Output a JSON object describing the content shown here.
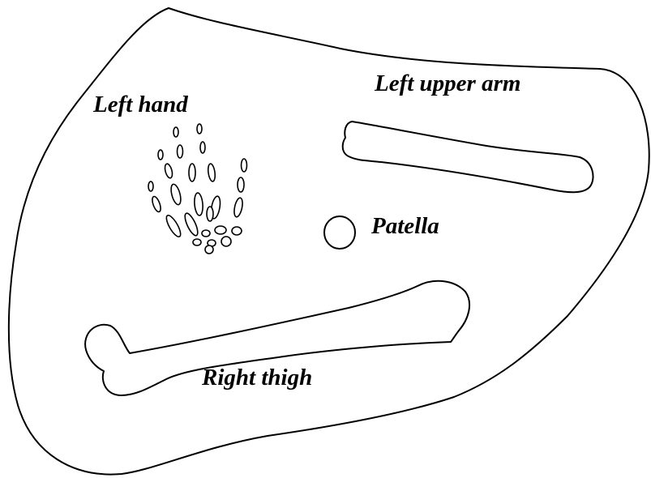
{
  "labels": {
    "left_hand": "Left hand",
    "left_upper_arm": "Left upper arm",
    "patella": "Patella",
    "right_thigh": "Right thigh"
  },
  "colors": {
    "stroke": "#000000",
    "background": "#ffffff"
  }
}
